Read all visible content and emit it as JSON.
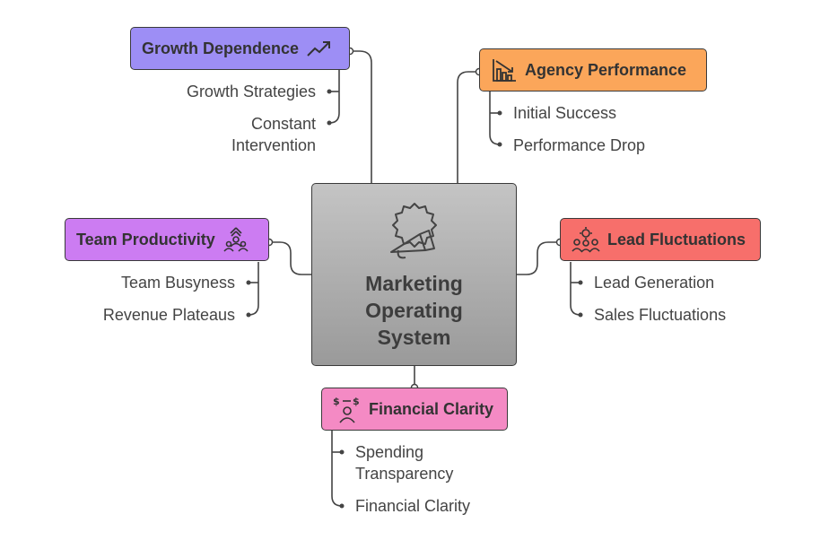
{
  "center": {
    "title_lines": [
      "Marketing",
      "Operating",
      "System"
    ],
    "icon": "megaphone-badge-icon"
  },
  "branches": {
    "growth": {
      "label": "Growth Dependence",
      "icon": "trending-up-icon",
      "color": "#9d8ef5",
      "items": [
        "Growth Strategies",
        "Constant Intervention"
      ],
      "item_lines": [
        [
          "Growth Strategies"
        ],
        [
          "Constant",
          "Intervention"
        ]
      ]
    },
    "agency": {
      "label": "Agency Performance",
      "icon": "declining-bar-chart-icon",
      "color": "#fba65a",
      "items": [
        "Initial Success",
        "Performance Drop"
      ]
    },
    "team": {
      "label": "Team Productivity",
      "icon": "team-hierarchy-icon",
      "color": "#cc7cf2",
      "items": [
        "Team Busyness",
        "Revenue Plateaus"
      ]
    },
    "lead": {
      "label": "Lead Fluctuations",
      "icon": "people-gear-icon",
      "color": "#f76f6b",
      "items": [
        "Lead Generation",
        "Sales Fluctuations"
      ]
    },
    "financial": {
      "label": "Financial Clarity",
      "icon": "person-dollar-icon",
      "color": "#f48ac4",
      "items": [
        "Spending Transparency",
        "Financial Clarity"
      ],
      "item_lines": [
        [
          "Spending",
          "Transparency"
        ],
        [
          "Financial Clarity"
        ]
      ]
    }
  }
}
